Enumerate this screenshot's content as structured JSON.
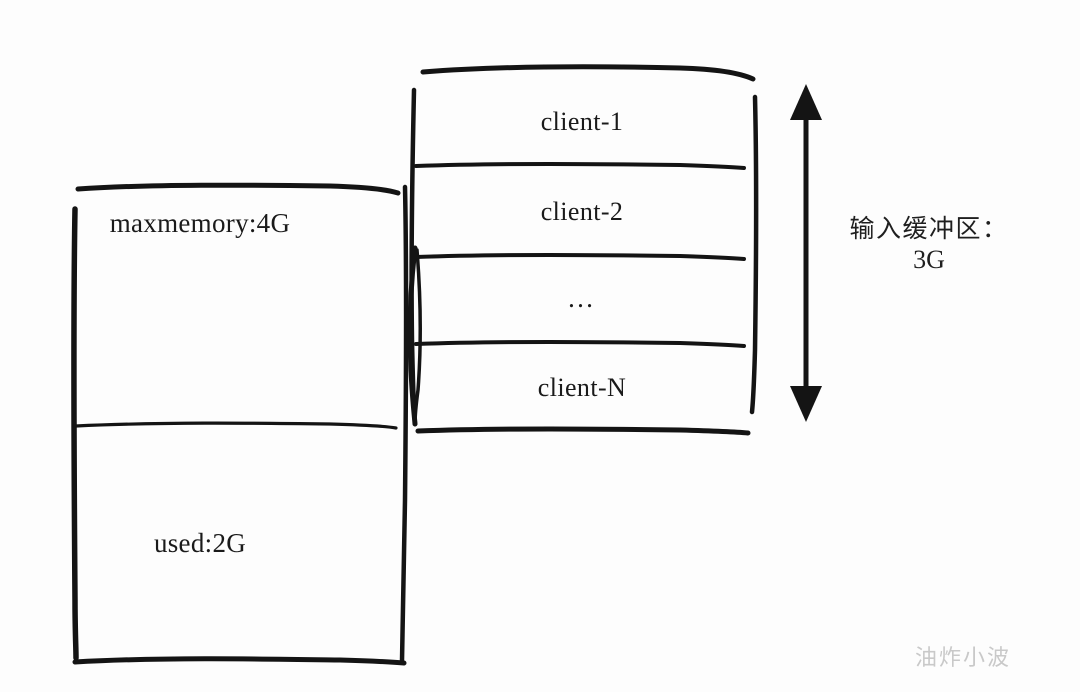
{
  "diagram": {
    "title_text": "",
    "memory_box": {
      "name": "redis-memory-box",
      "sections": [
        {
          "id": "maxmemory",
          "label": "maxmemory:4G"
        },
        {
          "id": "used",
          "label": "used:2G"
        }
      ]
    },
    "client_box": {
      "name": "client-input-buffer-box",
      "rows": [
        {
          "id": "client-1",
          "label": "client-1"
        },
        {
          "id": "client-2",
          "label": "client-2"
        },
        {
          "id": "client-ellipsis",
          "label": "…"
        },
        {
          "id": "client-n",
          "label": "client-N"
        }
      ]
    },
    "annotation": {
      "name": "input-buffer-annotation",
      "line1": "输入缓冲区：",
      "line2": "3G",
      "arrow": "double-headed-vertical-arrow"
    },
    "watermark": "油炸小波",
    "colors": {
      "ink": "#1a1a1a",
      "background": "#fdfdfd",
      "watermark": "#c9c9c9"
    }
  }
}
